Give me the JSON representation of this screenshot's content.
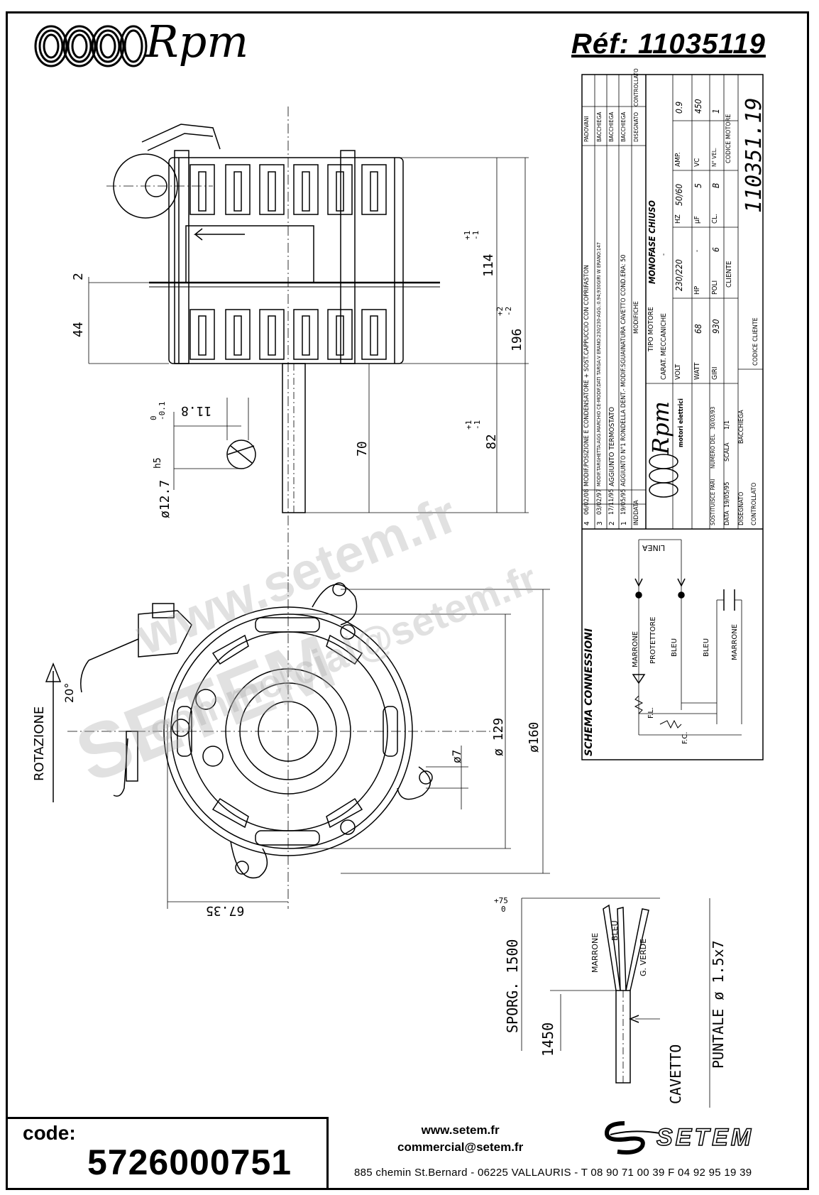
{
  "header": {
    "brand": "Rpm",
    "reference": "Réf:  11035119"
  },
  "labels": {
    "rotation": "ROTAZIONE",
    "angle": "20°",
    "cable_title": "CAVETTO",
    "tip_label": "PUNTALE  ø 1.5x7",
    "sporg_label": "SPORG. 1500",
    "sporg_tol_top": "+75",
    "sporg_tol_bot": "0",
    "len_1450": "1450",
    "wire_marrone": "MARRONE",
    "wire_bleu": "BLEU",
    "wire_gverde": "G. VERDE"
  },
  "dimensions": {
    "d2": "2",
    "d44": "44",
    "d114": "114",
    "d114_tol_top": "+1",
    "d114_tol_bot": "-1",
    "d196": "196",
    "d196_tol_top": "+2",
    "d196_tol_bot": "-2",
    "d70": "70",
    "d82": "82",
    "d82_tol_top": "+1",
    "d82_tol_bot": "-1",
    "d118": "11.8",
    "d118_tol_top": "0",
    "d118_tol_bot": "-0.1",
    "d127": "ø12.7",
    "d127_fit": "h5",
    "d129": "ø 129",
    "d160": "ø160",
    "d7": "ø7",
    "d6735": "67.35"
  },
  "connection": {
    "title": "SCHEMA CONNESSIONI",
    "linea": "LINEA",
    "marrone": "MARRONE",
    "protettore": "PROTETTORE",
    "bleu": "BLEU",
    "bleu2": "BLEU",
    "marrone2": "MARRONE",
    "fl": "F.L.",
    "fc": "F.C."
  },
  "titleblock": {
    "mods": [
      {
        "n": "4",
        "date": "06/02/08",
        "text": "MODIF.POSIZIONE E CONDENSATORE + SOST.CAPPUCCIO CON COPRIFASTON",
        "by": "PADOVANI"
      },
      {
        "n": "3",
        "date": "03/02/97",
        "text": "MODIF.TARGHETTA:AGG.MARCHIO CE-MODIF.DATI TARGA:V ERANO:230/230-AGG.:0.94;930GIRI  W ERANO:147",
        "by": "BACCHIEGA"
      },
      {
        "n": "2",
        "date": "17/11/95",
        "text": "AGGIUNTO TERMOSTATO",
        "by": "BACCHIEGA"
      },
      {
        "n": "1",
        "date": "19/05/95",
        "text": "AGGIUNTO N°1 RONDELLA DENT.- MODIF.SGUAINATURA CAVETTO COND.ERA: 50",
        "by": "BACCHIEGA"
      }
    ],
    "hdr_ind": "IND",
    "hdr_data": "DATA",
    "hdr_modifiche": "MODIFICHE",
    "hdr_disegnato": "DISEGNATO",
    "hdr_controllato": "CONTROLLATO",
    "company": "motori elettrici",
    "tipo_motore_label": "TIPO MOTORE",
    "tipo_motore": "MONOFASE CHIUSO",
    "carat_label": "CARAT. MECCANICHE",
    "carat_value": "-",
    "volt_label": "VOLT",
    "volt": "230/220",
    "hz_label": "HZ",
    "hz": "50/60",
    "amp_label": "AMP.",
    "amp": "0.9",
    "watt_label": "WATT",
    "watt": "68",
    "hp_label": "HP",
    "hp": "-",
    "uf_label": "µF",
    "uf": "5",
    "vc_label": "VC",
    "vc": "450",
    "giri_label": "GIRI",
    "giri": "930",
    "poli_label": "POLI",
    "poli": "6",
    "cl_label": "CL.",
    "cl": "B",
    "vel_label": "N° VEL.",
    "vel": "1",
    "cliente_label": "CLIENTE",
    "codice_motore_label": "CODICE MOTORE",
    "codice_motore": "110351.19",
    "codice_cliente_label": "CODICE CLIENTE",
    "sostituisce_label": "SOSTITUISCE PARI",
    "numero_del_label": "NUMERO DEL",
    "numero_del": "30/03/93",
    "data_label": "DATA",
    "data": "19/05/95",
    "scala_label": "SCALA",
    "scala": "1/1",
    "disegnato_label": "DISEGNATO",
    "disegnato": "BACCHIEGA",
    "controllato_label": "CONTROLLATO"
  },
  "footer": {
    "code_label": "code:",
    "code": "5726000751",
    "website": "www.setem.fr",
    "email": "commercial@setem.fr",
    "address": "885 chemin St.Bernard  -  06225 VALLAURIS  -  T 08 90 71 00 39   F 04 92 95 19 39",
    "setem_brand": "SETEM"
  },
  "watermarks": {
    "w1": "www.setem.fr",
    "w2": "commercial@setem.fr",
    "w3": "SETEM"
  }
}
